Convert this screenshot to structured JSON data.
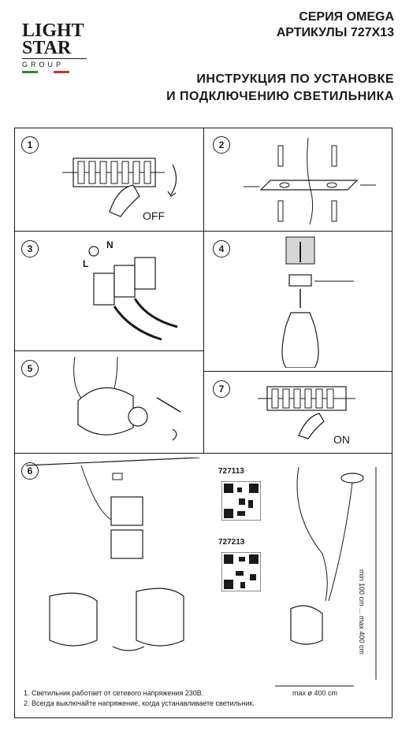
{
  "logo": {
    "line1": "LIGHT",
    "line2": "STAR",
    "line3": "GROUP",
    "flag_colors": [
      "#2e8b3a",
      "#ffffff",
      "#d32f2f"
    ]
  },
  "header": {
    "series": "СЕРИЯ OMEGA",
    "articles": "АРТИКУЛЫ 727Х13",
    "title_line1": "ИНСТРУКЦИЯ ПО УСТАНОВКЕ",
    "title_line2": "И ПОДКЛЮЧЕНИЮ СВЕТИЛЬНИКА"
  },
  "steps": {
    "s1": {
      "number": "1",
      "label": "OFF"
    },
    "s2": {
      "number": "2"
    },
    "s3": {
      "number": "3",
      "label_n": "N",
      "label_l": "L"
    },
    "s4": {
      "number": "4"
    },
    "s5": {
      "number": "5"
    },
    "s6": {
      "number": "6"
    },
    "s7": {
      "number": "7",
      "label": "ON"
    }
  },
  "articles": {
    "a1": "727113",
    "a2": "727213"
  },
  "dimensions": {
    "height": "min 100 cm ... max 400 cm",
    "diameter": "max ø 400 cm"
  },
  "notes": {
    "n1": "1. Светильник работает от сетевого напряжения 230В.",
    "n2": "2. Всегда выключайте напряжение, когда устанавливаете светильник."
  }
}
